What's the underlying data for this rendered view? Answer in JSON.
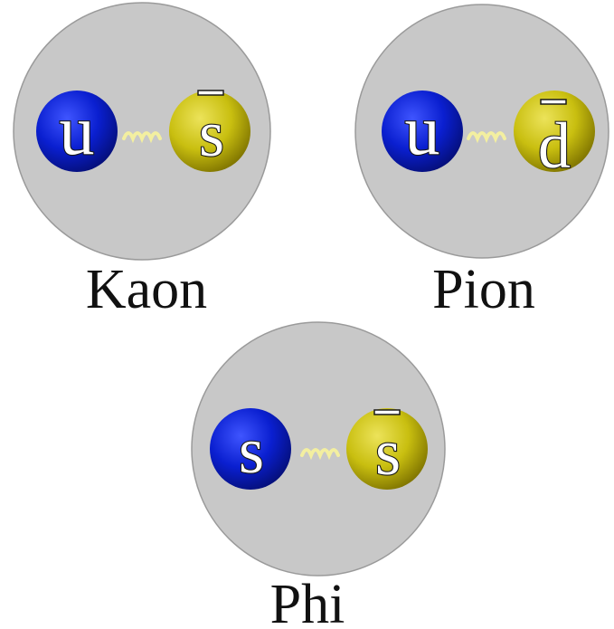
{
  "colors": {
    "meson_body": "#c8c8c8",
    "meson_outline": "#9a9a9a",
    "quark": "#0a1fd0",
    "antiquark": "#c9bf10",
    "gluon": "#f3efa0"
  },
  "mesons": [
    {
      "name": "Kaon",
      "quark": {
        "letter": "u",
        "anti": false
      },
      "antiquark": {
        "letter": "s",
        "anti": true
      }
    },
    {
      "name": "Pion",
      "quark": {
        "letter": "u",
        "anti": false
      },
      "antiquark": {
        "letter": "d",
        "anti": true
      }
    },
    {
      "name": "Phi",
      "quark": {
        "letter": "s",
        "anti": false
      },
      "antiquark": {
        "letter": "s",
        "anti": true
      }
    }
  ]
}
